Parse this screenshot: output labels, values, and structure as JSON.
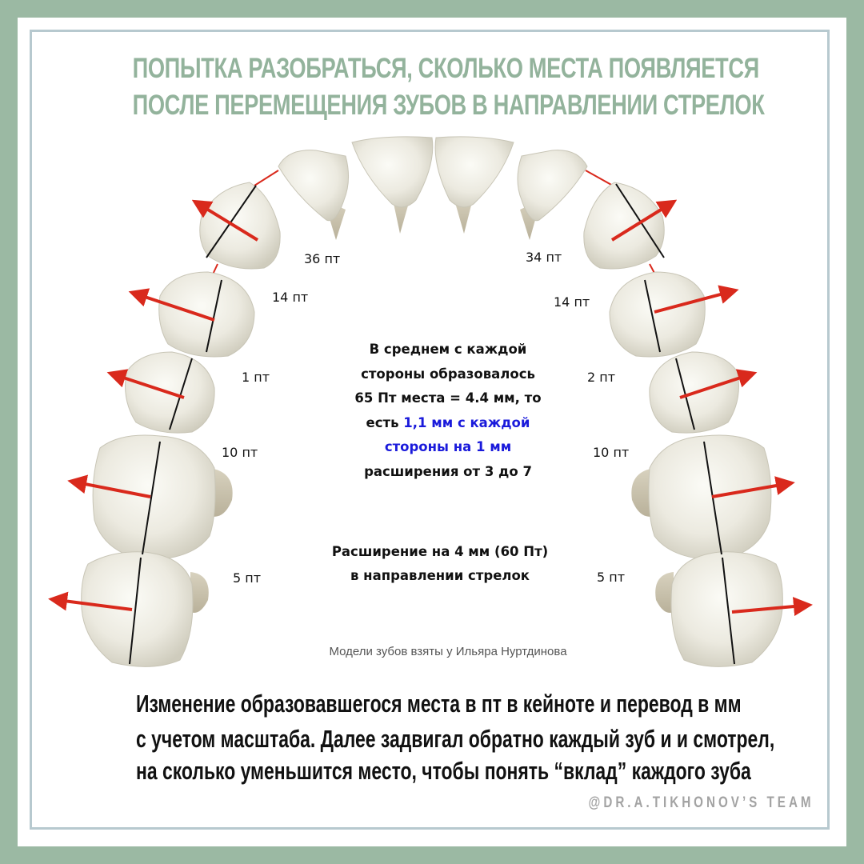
{
  "title": {
    "line1": "ПОПЫТКА РАЗОБРАТЬСЯ, СКОЛЬКО МЕСТА ПОЯВЛЯЕТСЯ",
    "line2": "ПОСЛЕ ПЕРЕМЕЩЕНИЯ ЗУБОВ В НАПРАВЛЕНИИ СТРЕЛОК"
  },
  "teeth_labels": {
    "left": [
      {
        "tooth": "canine",
        "value": "36 пт"
      },
      {
        "tooth": "first-premolar",
        "value": "14 пт"
      },
      {
        "tooth": "second-premolar",
        "value": "1 пт"
      },
      {
        "tooth": "first-molar",
        "value": "10 пт"
      },
      {
        "tooth": "second-molar",
        "value": "5 пт"
      }
    ],
    "right": [
      {
        "tooth": "canine",
        "value": "34 пт"
      },
      {
        "tooth": "first-premolar",
        "value": "14 пт"
      },
      {
        "tooth": "second-premolar",
        "value": "2 пт"
      },
      {
        "tooth": "first-molar",
        "value": "10 пт"
      },
      {
        "tooth": "second-molar",
        "value": "5 пт"
      }
    ]
  },
  "center_note": {
    "line1": "В среднем с каждой",
    "line2": "стороны образовалось",
    "line3": "65 Пт места = 4.4 мм, то",
    "line4_prefix": "есть ",
    "line4_highlight": "1,1 мм с каждой",
    "line5_highlight": "стороны на 1 мм",
    "line6": "расширения от 3 до 7"
  },
  "expansion_note": {
    "line1": "Расширение на 4 мм (60 Пт)",
    "line2": "в направлении стрелок"
  },
  "credit": "Модели зубов взяты у Ильяра Нуртдинова",
  "bottom_text": {
    "line1": "Изменение образовавшегося места в пт в кейноте и перевод в мм",
    "line2": "с учетом масштаба. Далее задвигал обратно каждый зуб и и смотрел,",
    "line3": "на сколько уменьшится место, чтобы понять “вклад” каждого зуба"
  },
  "watermark": "@DR.A.TIKHONOV’S TEAM",
  "colors": {
    "frame_green": "#9bb9a3",
    "title_green": "#93b39c",
    "arrow_red": "#d9291c",
    "highlight_blue": "#1a1adb",
    "inner_border": "#b7c9cf"
  }
}
